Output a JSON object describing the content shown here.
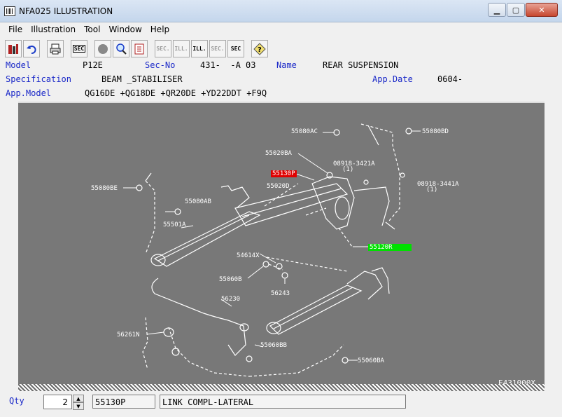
{
  "window": {
    "title": "NFA025  ILLUSTRATION",
    "min_icon": "minimize-icon",
    "max_icon": "maximize-icon",
    "close_icon": "close-icon"
  },
  "menu": [
    "File",
    "Illustration",
    "Tool",
    "Window",
    "Help"
  ],
  "toolbar": {
    "buttons": [
      {
        "name": "print-catalog-icon",
        "label": ""
      },
      {
        "name": "undo-icon",
        "label": ""
      },
      {
        "name": "printer-icon",
        "label": ""
      },
      {
        "name": "sec-button",
        "label": "SEC"
      },
      {
        "name": "record-icon",
        "label": ""
      },
      {
        "name": "zoom-search-icon",
        "label": ""
      },
      {
        "name": "book-icon",
        "label": ""
      },
      {
        "name": "prev-sec-button",
        "label": "SEC."
      },
      {
        "name": "prev-ill-button",
        "label": "ILL."
      },
      {
        "name": "next-ill-button",
        "label": "ILL."
      },
      {
        "name": "next-sec-button",
        "label": "SEC."
      },
      {
        "name": "sec-query-button",
        "label": "SEC"
      },
      {
        "name": "help-icon",
        "label": ""
      }
    ]
  },
  "info": {
    "model_label": "Model",
    "model_value": "P12E",
    "secno_label": "Sec-No",
    "secno_value": "431-  -A 03",
    "name_label": "Name",
    "name_value": "REAR SUSPENSION",
    "spec_label": "Specification",
    "spec_value": "BEAM _STABILISER",
    "appdate_label": "App.Date",
    "appdate_value": "0604-",
    "appmodel_label": "App.Model",
    "appmodel_value": "QG16DE +QG18DE +QR20DE +YD22DDT +F9Q"
  },
  "diagram": {
    "parts": [
      {
        "id": "55080AC"
      },
      {
        "id": "55080BD"
      },
      {
        "id": "55020BA"
      },
      {
        "id": "08918-3421A"
      },
      {
        "id": "(1)"
      },
      {
        "id": "55130P",
        "highlight": "red"
      },
      {
        "id": "55020D"
      },
      {
        "id": "08918-3441A"
      },
      {
        "id": "(1)"
      },
      {
        "id": "55080BE"
      },
      {
        "id": "55080AB"
      },
      {
        "id": "55501A"
      },
      {
        "id": "55120R",
        "highlight": "green"
      },
      {
        "id": "54614X"
      },
      {
        "id": "55060B"
      },
      {
        "id": "56243"
      },
      {
        "id": "56230"
      },
      {
        "id": "56261N"
      },
      {
        "id": "55060BB"
      },
      {
        "id": "55060BA"
      }
    ],
    "figure_id": "E431000X",
    "colors": {
      "background": "#787878",
      "line": "#ffffff",
      "highlight_red": "#e00000",
      "highlight_green": "#00e000"
    }
  },
  "status": {
    "qty_label": "Qty",
    "qty_value": "2",
    "part_number": "55130P",
    "part_name": "LINK COMPL-LATERAL"
  }
}
